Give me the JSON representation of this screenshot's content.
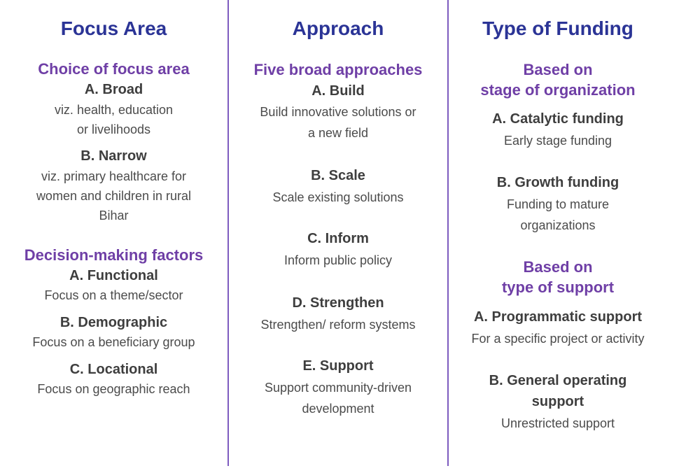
{
  "focus": {
    "title": "Focus Area",
    "choice": {
      "heading": "Choice of focus area",
      "broad": {
        "label": "A. Broad",
        "l1": "viz. health, education",
        "l2": "or livelihoods"
      },
      "narrow": {
        "label": "B. Narrow",
        "l1": "viz. primary healthcare for",
        "l2": "women and children in rural",
        "l3": "Bihar"
      }
    },
    "factors": {
      "heading": "Decision-making factors",
      "functional": {
        "label": "A. Functional",
        "desc": "Focus on a theme/sector"
      },
      "demographic": {
        "label": "B. Demographic",
        "desc": "Focus on a beneficiary group"
      },
      "locational": {
        "label": "C. Locational",
        "desc": "Focus on geographic reach"
      }
    }
  },
  "approach": {
    "title": "Approach",
    "heading": "Five broad approaches",
    "build": {
      "label": "A. Build",
      "l1": "Build innovative solutions or",
      "l2": "a new field"
    },
    "scale": {
      "label": "B. Scale",
      "desc": "Scale existing solutions"
    },
    "inform": {
      "label": "C. Inform",
      "desc": "Inform public policy"
    },
    "strengthen": {
      "label": "D. Strengthen",
      "desc": "Strengthen/ reform systems"
    },
    "support": {
      "label": "E. Support",
      "l1": "Support community-driven",
      "l2": "development"
    }
  },
  "funding": {
    "title": "Type of Funding",
    "stage": {
      "h1": "Based on",
      "h2": "stage of organization",
      "catalytic": {
        "label": "A. Catalytic funding",
        "desc": "Early stage funding"
      },
      "growth": {
        "label": "B. Growth funding",
        "l1": "Funding to mature",
        "l2": "organizations"
      }
    },
    "support_type": {
      "h1": "Based on",
      "h2": "type of support",
      "programmatic": {
        "label": "A. Programmatic support",
        "desc": "For a specific project or activity"
      },
      "general": {
        "label1": "B. General operating",
        "label2": "support",
        "desc": "Unrestricted support"
      }
    }
  }
}
